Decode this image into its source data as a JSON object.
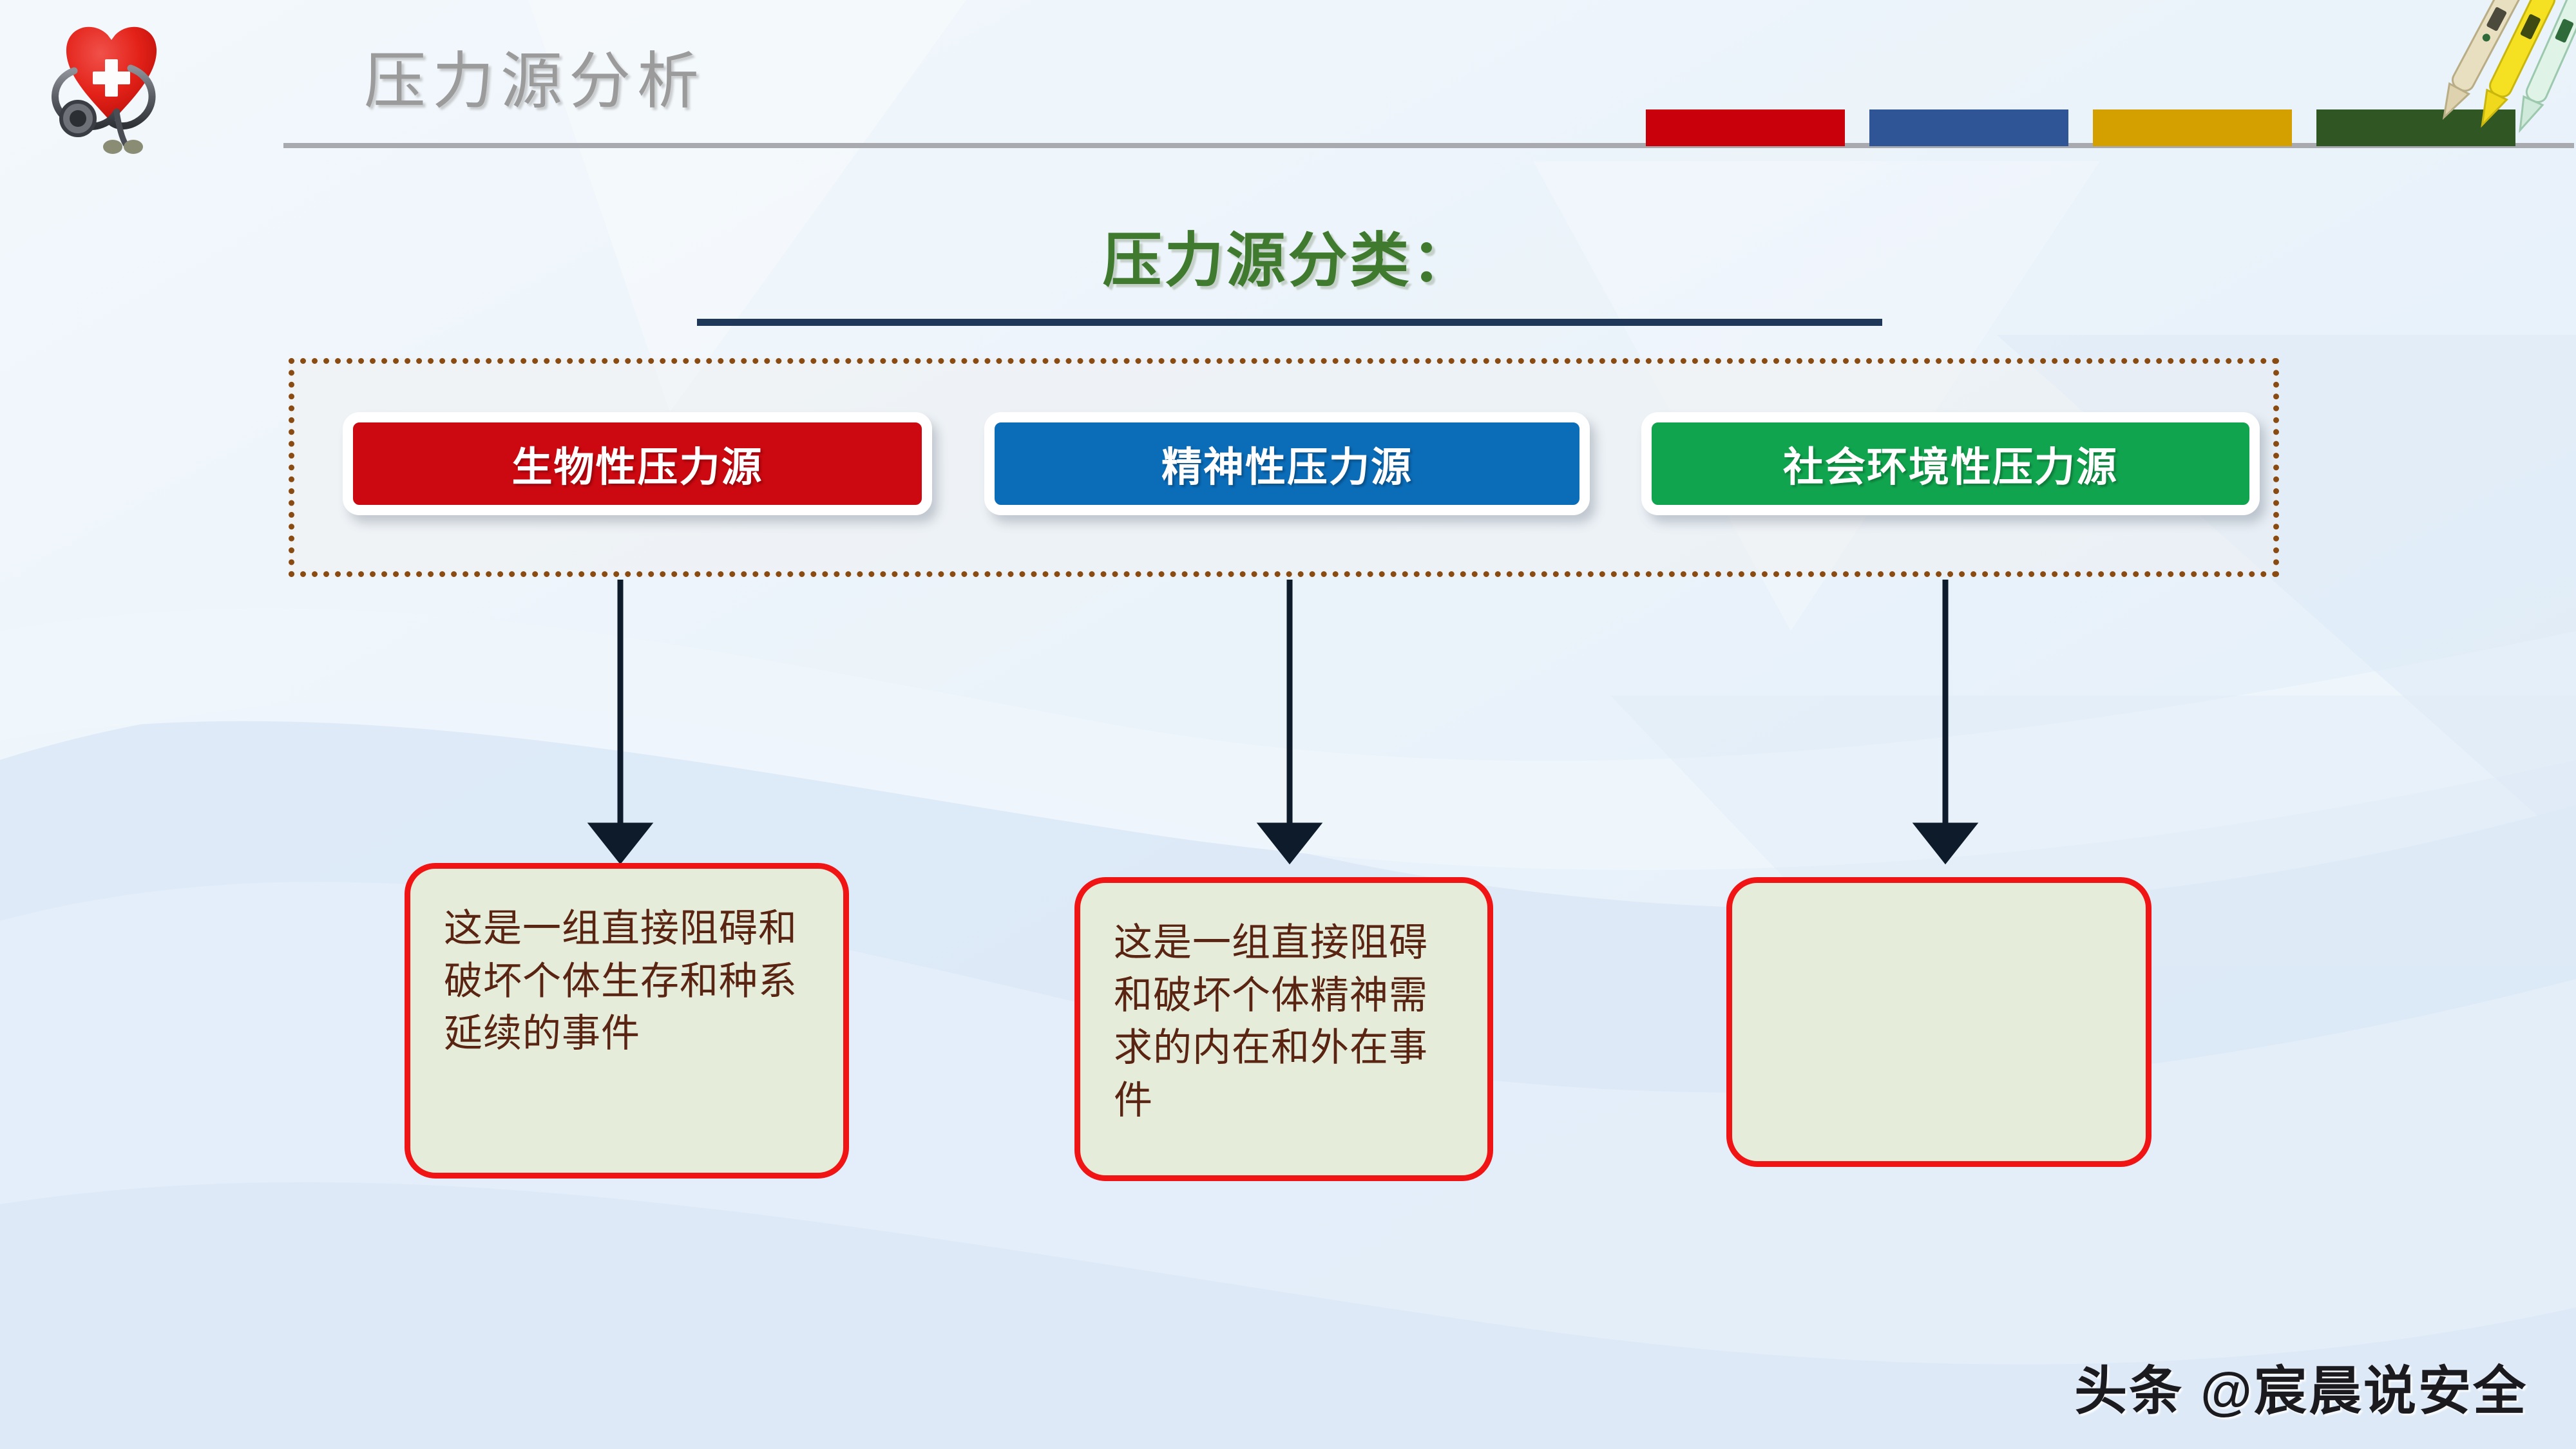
{
  "header": {
    "title": "压力源分析",
    "logo_icon": "heart-stethoscope-icon",
    "thermometer_icon": "thermometer-icon",
    "color_bars": [
      {
        "name": "red-bar",
        "color": "#c9000c"
      },
      {
        "name": "blue-bar",
        "color": "#2f5597"
      },
      {
        "name": "gold-bar",
        "color": "#d4a000"
      },
      {
        "name": "green-bar",
        "color": "#2f5623"
      }
    ],
    "rule_color": "#a8aab0"
  },
  "section": {
    "heading": "压力源分类：",
    "heading_color": "#3f7a2f",
    "underline_color": "#1f3758"
  },
  "container": {
    "border_color": "#8a4b12",
    "border_style": "dotted"
  },
  "categories": [
    {
      "id": "biological",
      "label": "生物性压力源",
      "color": "#cc0810",
      "description": "这是一组直接阻碍和破坏个体生存和种系延续的事件"
    },
    {
      "id": "mental",
      "label": "精神性压力源",
      "color": "#0b6cb8",
      "description": "这是一组直接阻碍和破坏个体精神需求的内在和外在事件"
    },
    {
      "id": "social-environment",
      "label": "社会环境性压力源",
      "color": "#0aa council"
    }
  ],
  "cards": {
    "border_color": "#f01414",
    "fill_color": "#e6ecda",
    "text_color": "#5a2412"
  },
  "arrow": {
    "color": "#0d1b2a",
    "name": "down-arrow-icon"
  },
  "watermark": {
    "text": "头条 @宸晨说安全"
  }
}
